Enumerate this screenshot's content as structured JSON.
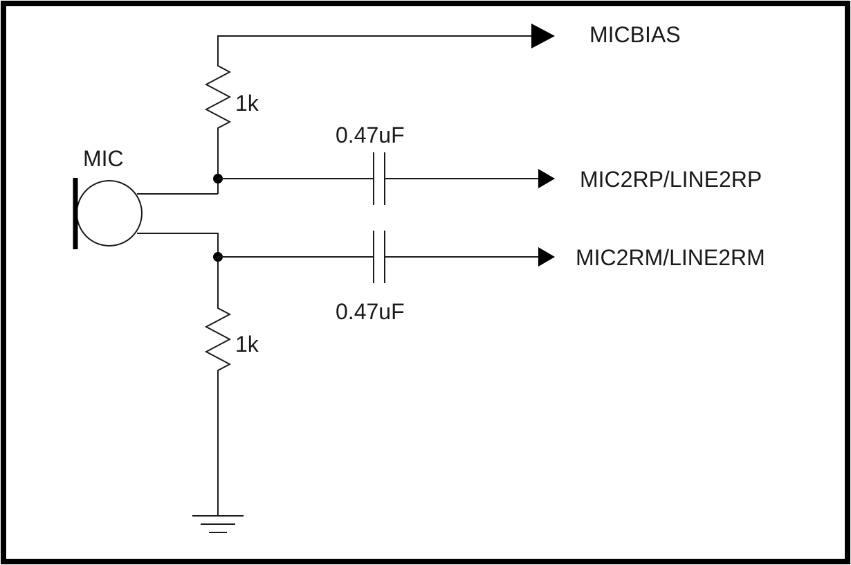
{
  "diagram": {
    "labels": {
      "micbias": "MICBIAS",
      "mic": "MIC",
      "r_top": "1k",
      "r_bottom": "1k",
      "c_top": "0.47uF",
      "c_bottom": "0.47uF",
      "out_p": "MIC2RP/LINE2RP",
      "out_m": "MIC2RM/LINE2RM"
    }
  }
}
